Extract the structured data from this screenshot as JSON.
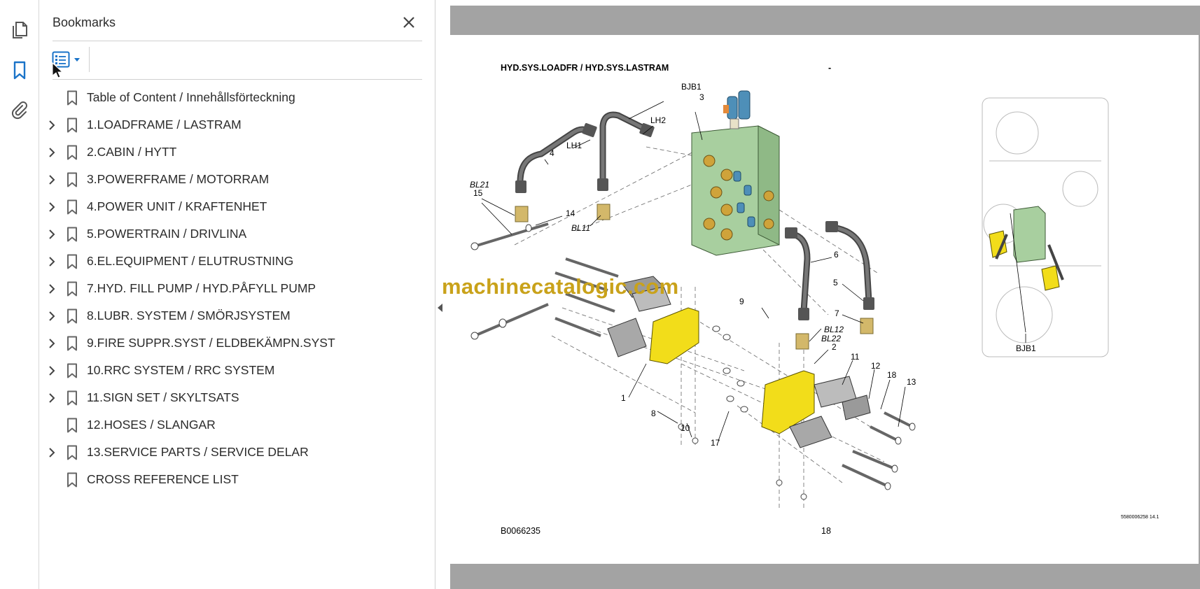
{
  "panel": {
    "title": "Bookmarks"
  },
  "bookmarks": [
    {
      "label": "Table of Content / Innehållsförteckning",
      "expandable": false
    },
    {
      "label": "1.LOADFRAME / LASTRAM",
      "expandable": true
    },
    {
      "label": "2.CABIN / HYTT",
      "expandable": true
    },
    {
      "label": "3.POWERFRAME / MOTORRAM",
      "expandable": true
    },
    {
      "label": "4.POWER UNIT / KRAFTENHET",
      "expandable": true
    },
    {
      "label": "5.POWERTRAIN / DRIVLINA",
      "expandable": true
    },
    {
      "label": "6.EL.EQUIPMENT / ELUTRUSTNING",
      "expandable": true
    },
    {
      "label": "7.HYD. FILL PUMP / HYD.PÅFYLL PUMP",
      "expandable": true
    },
    {
      "label": "8.LUBR. SYSTEM / SMÖRJSYSTEM",
      "expandable": true
    },
    {
      "label": "9.FIRE SUPPR.SYST / ELDBEKÄMPN.SYST",
      "expandable": true
    },
    {
      "label": "10.RRC SYSTEM / RRC SYSTEM",
      "expandable": true
    },
    {
      "label": "11.SIGN SET / SKYLTSATS",
      "expandable": true
    },
    {
      "label": "12.HOSES / SLANGAR",
      "expandable": false
    },
    {
      "label": "13.SERVICE PARTS / SERVICE DELAR",
      "expandable": true
    },
    {
      "label": "CROSS REFERENCE LIST",
      "expandable": false
    }
  ],
  "document": {
    "header": "HYD.SYS.LOADFR / HYD.SYS.LASTRAM",
    "header_dash": "-",
    "figure_code": "B0066235",
    "page_number": "18",
    "small_ref": "5580006258 14.1",
    "watermark": "machinecatalogic.com",
    "callouts": {
      "c3": "3",
      "bjb1": "BJB1",
      "lh2": "LH2",
      "lh1": "LH1",
      "c4": "4",
      "bl21": "BL21",
      "c15": "15",
      "c14": "14",
      "bl11": "BL11",
      "c6": "6",
      "c5": "5",
      "c7": "7",
      "bl12": "BL12",
      "bl22": "BL22",
      "c2": "2",
      "c9": "9",
      "c11": "11",
      "c12": "12",
      "c18": "18",
      "c13": "13",
      "c1": "1",
      "c8": "8",
      "c10": "10",
      "c17": "17",
      "bjb1b": "BJB1"
    }
  },
  "colors": {
    "accent": "#1a73c8",
    "valve_block": "#a8cf9f",
    "bracket": "#f2dd1a",
    "watermark": "#c9a21a",
    "doc_background": "#a3a3a3"
  },
  "icons": {
    "pages": "pages-icon",
    "bookmarks": "bookmark-icon",
    "attachments": "paperclip-icon",
    "close": "close-icon",
    "options": "list-options-icon",
    "expand": "chevron-right-icon",
    "bookmark_item": "bookmark-item-icon",
    "collapse": "triangle-left-icon"
  }
}
